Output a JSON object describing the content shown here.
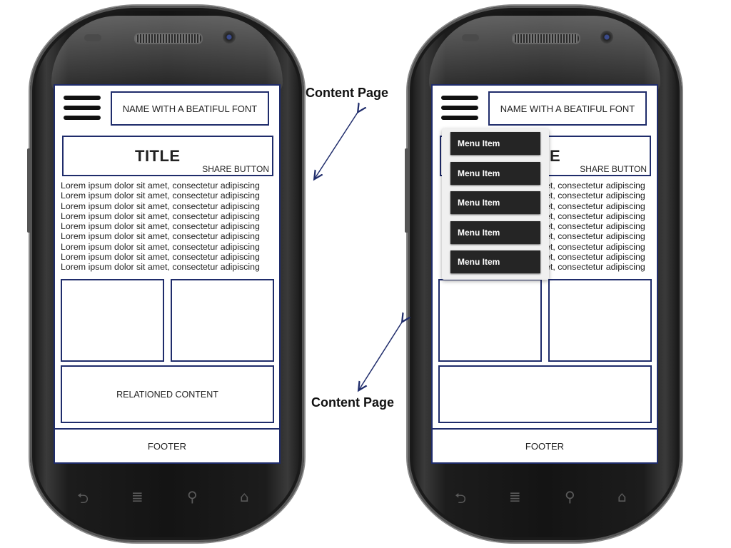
{
  "annotations": {
    "top_label": "Content Page",
    "bottom_label": "Content Page"
  },
  "left_phone": {
    "header": {
      "name_box": "NAME WITH A BEATIFUL FONT",
      "menu_icon": "hamburger-icon"
    },
    "title": "TITLE",
    "share_button": "SHARE BUTTON",
    "lorem_lines": [
      "Lorem ipsum dolor sit amet, consectetur adipiscing",
      "Lorem ipsum dolor sit amet, consectetur adipiscing",
      "Lorem ipsum dolor sit amet, consectetur adipiscing",
      "Lorem ipsum dolor sit amet, consectetur adipiscing",
      "Lorem ipsum dolor sit amet, consectetur adipiscing",
      "Lorem ipsum dolor sit amet, consectetur adipiscing",
      "Lorem ipsum dolor sit amet, consectetur adipiscing",
      "Lorem ipsum dolor sit amet, consectetur adipiscing",
      "Lorem ipsum dolor sit amet, consectetur adipiscing"
    ],
    "related_content": "RELATIONED CONTENT",
    "footer": "FOOTER"
  },
  "right_phone": {
    "header": {
      "name_box": "NAME WITH A BEATIFUL FONT",
      "menu_icon": "hamburger-icon"
    },
    "title_partial": "E",
    "share_button": "SHARE BUTTON",
    "lorem_lines": [
      "et, consectetur adipiscing",
      "et, consectetur adipiscing",
      "et, consectetur adipiscing",
      "et, consectetur adipiscing",
      "et, consectetur adipiscing",
      "et, consectetur adipiscing",
      "et, consectetur adipiscing",
      "et, consectetur adipiscing",
      "et, consectetur adipiscing"
    ],
    "menu_items": [
      "Menu Item",
      "Menu Item",
      "Menu Item",
      "Menu Item",
      "Menu Item"
    ],
    "footer": "FOOTER"
  },
  "phone_nav_icons": [
    "back-icon",
    "menu-icon",
    "search-icon",
    "home-icon"
  ],
  "colors": {
    "wireframe_border": "#1f2c6b",
    "menu_item_bg": "#252525",
    "arrow": "#1f2c6b"
  }
}
